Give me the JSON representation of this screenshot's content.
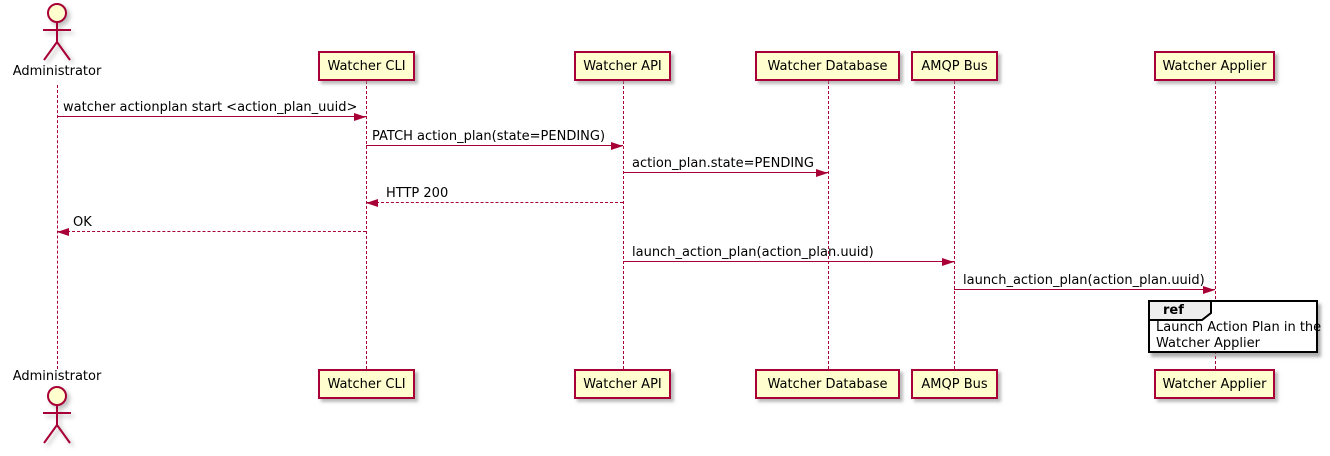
{
  "diagram": {
    "type": "uml-sequence-diagram",
    "actor": {
      "name": "Administrator"
    },
    "participants": [
      {
        "name": "Watcher CLI"
      },
      {
        "name": "Watcher API"
      },
      {
        "name": "Watcher Database"
      },
      {
        "name": "AMQP Bus"
      },
      {
        "name": "Watcher Applier"
      }
    ],
    "messages": [
      {
        "from": "Administrator",
        "to": "Watcher CLI",
        "text": "watcher actionplan start <action_plan_uuid>",
        "line": "solid",
        "direction": "right"
      },
      {
        "from": "Watcher CLI",
        "to": "Watcher API",
        "text": "PATCH action_plan(state=PENDING)",
        "line": "solid",
        "direction": "right"
      },
      {
        "from": "Watcher API",
        "to": "Watcher Database",
        "text": "action_plan.state=PENDING",
        "line": "solid",
        "direction": "right"
      },
      {
        "from": "Watcher API",
        "to": "Watcher CLI",
        "text": "HTTP 200",
        "line": "dashed",
        "direction": "left"
      },
      {
        "from": "Watcher CLI",
        "to": "Administrator",
        "text": "OK",
        "line": "dashed",
        "direction": "left"
      },
      {
        "from": "Watcher API",
        "to": "AMQP Bus",
        "text": "launch_action_plan(action_plan.uuid)",
        "line": "solid",
        "direction": "right"
      },
      {
        "from": "AMQP Bus",
        "to": "Watcher Applier",
        "text": "launch_action_plan(action_plan.uuid)",
        "line": "solid",
        "direction": "right"
      }
    ],
    "ref": {
      "keyword": "ref",
      "lines": [
        "Launch Action Plan in the",
        "Watcher Applier"
      ]
    },
    "colors": {
      "participant_fill": "#FEFECE",
      "line_and_border": "#A80036",
      "text": "#000000",
      "ref_border": "#000000",
      "ref_header_fill": "#EEEEEE",
      "background": "#FFFFFF"
    }
  }
}
